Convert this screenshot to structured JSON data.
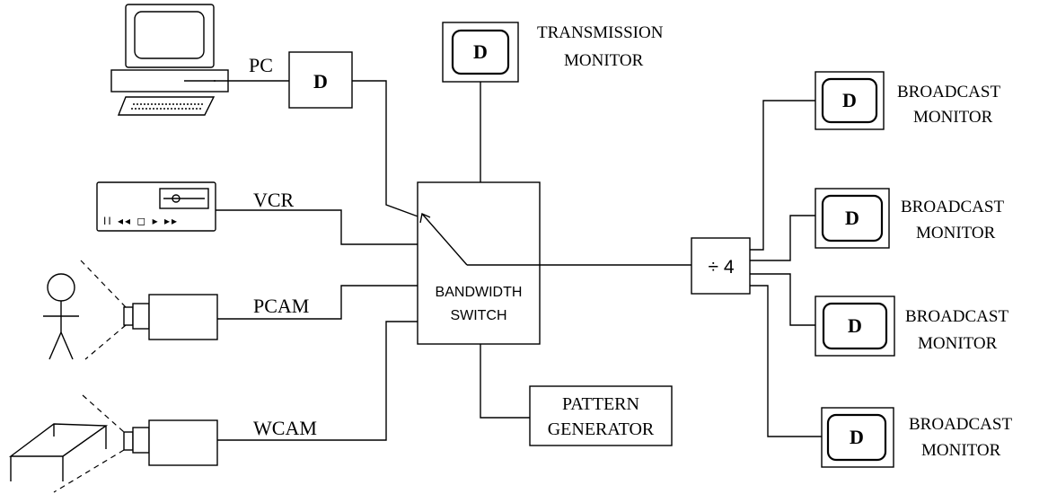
{
  "display_box_letter": "D",
  "sources": {
    "pc_label": "PC",
    "vcr_label": "VCR",
    "pcam_label": "PCAM",
    "wcam_label": "WCAM"
  },
  "switch": {
    "line1": "BANDWIDTH",
    "line2": "SWITCH"
  },
  "transmission_monitor": {
    "line1": "TRANSMISSION",
    "line2": "MONITOR"
  },
  "pattern_generator": {
    "line1": "PATTERN",
    "line2": "GENERATOR"
  },
  "splitter_label": "÷ 4",
  "broadcast_monitors": [
    {
      "line1": "BROADCAST",
      "line2": "MONITOR"
    },
    {
      "line1": "BROADCAST",
      "line2": "MONITOR"
    },
    {
      "line1": "BROADCAST",
      "line2": "MONITOR"
    },
    {
      "line1": "BROADCAST",
      "line2": "MONITOR"
    }
  ],
  "vcr_buttons": "II ◂◂ ◻ ▸ ▸▸"
}
